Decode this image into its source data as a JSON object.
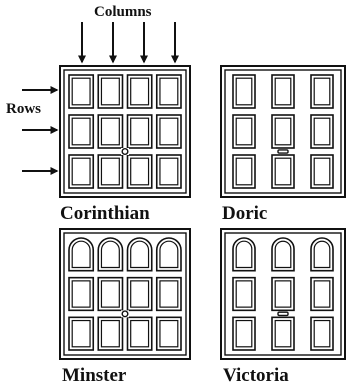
{
  "labels": {
    "columns": "Columns",
    "rows": "Rows"
  },
  "doors": [
    {
      "name": "Corinthian",
      "columns": 4,
      "rows": 3,
      "arched_top_row": false,
      "knocker": "ring"
    },
    {
      "name": "Doric",
      "columns": 3,
      "rows": 3,
      "arched_top_row": false,
      "knocker": "bar"
    },
    {
      "name": "Minster",
      "columns": 4,
      "rows": 3,
      "arched_top_row": true,
      "knocker": "ring"
    },
    {
      "name": "Victoria",
      "columns": 3,
      "rows": 3,
      "arched_top_row": true,
      "knocker": "bar"
    }
  ],
  "colors": {
    "ink": "#111111",
    "background": "#ffffff"
  }
}
